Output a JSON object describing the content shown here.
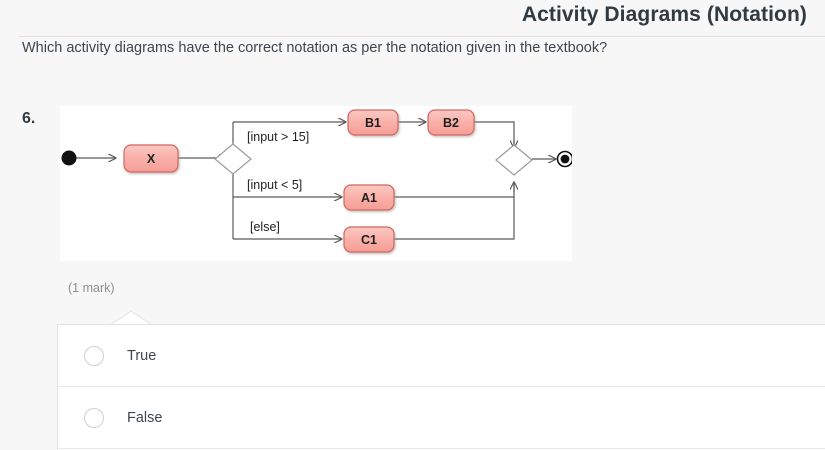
{
  "header": {
    "title": "Activity Diagrams (Notation)"
  },
  "question": {
    "prompt": "Which activity diagrams have the correct notation as per the notation given in the textbook?",
    "number": "6.",
    "marks": "(1 mark)"
  },
  "diagram": {
    "nodes": {
      "x": "X",
      "b1": "B1",
      "b2": "B2",
      "a1": "A1",
      "c1": "C1"
    },
    "guards": {
      "top": "[input > 15]",
      "middle": "[input < 5]",
      "bottom": "[else]"
    },
    "colors": {
      "node_fill": "#f7a8a0",
      "node_fill_light": "#fbc9c4",
      "node_border": "#d4665f",
      "line": "#5a5a5a",
      "canvas": "#ffffff"
    }
  },
  "answers": {
    "options": [
      {
        "label": "True",
        "selected": false
      },
      {
        "label": "False",
        "selected": false
      }
    ]
  },
  "theme": {
    "page_background": "#f7f7f7",
    "title_color": "#2f3a42",
    "text_color": "#3d4650"
  }
}
